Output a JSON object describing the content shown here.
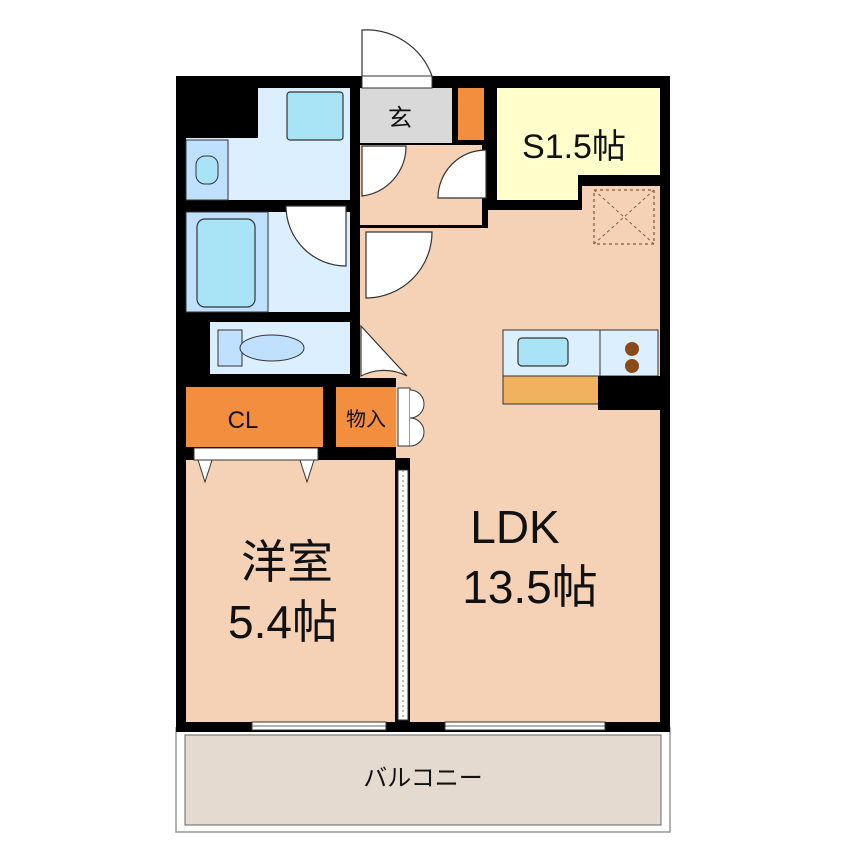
{
  "rooms": {
    "entrance": {
      "label": "玄"
    },
    "storage_s": {
      "label": "S1.5帖"
    },
    "closet": {
      "label": "CL"
    },
    "storage_closet": {
      "label": "物入"
    },
    "western_room": {
      "label_line1": "洋室",
      "label_line2": "5.4帖"
    },
    "ldk": {
      "label_line1": "LDK",
      "label_line2": "13.5帖"
    },
    "balcony": {
      "label": "バルコニー"
    }
  },
  "colors": {
    "wall": "#000000",
    "floor": "#f5d2b6",
    "wet_area": "#dcefff",
    "fixture": "#a8e4f5",
    "entrance": "#d9d9d9",
    "storage": "#f38e3f",
    "s_room": "#ffffcc",
    "balcony": "#e4dad0",
    "counter": "#f0b25f",
    "stove": "#8b4a1a"
  }
}
